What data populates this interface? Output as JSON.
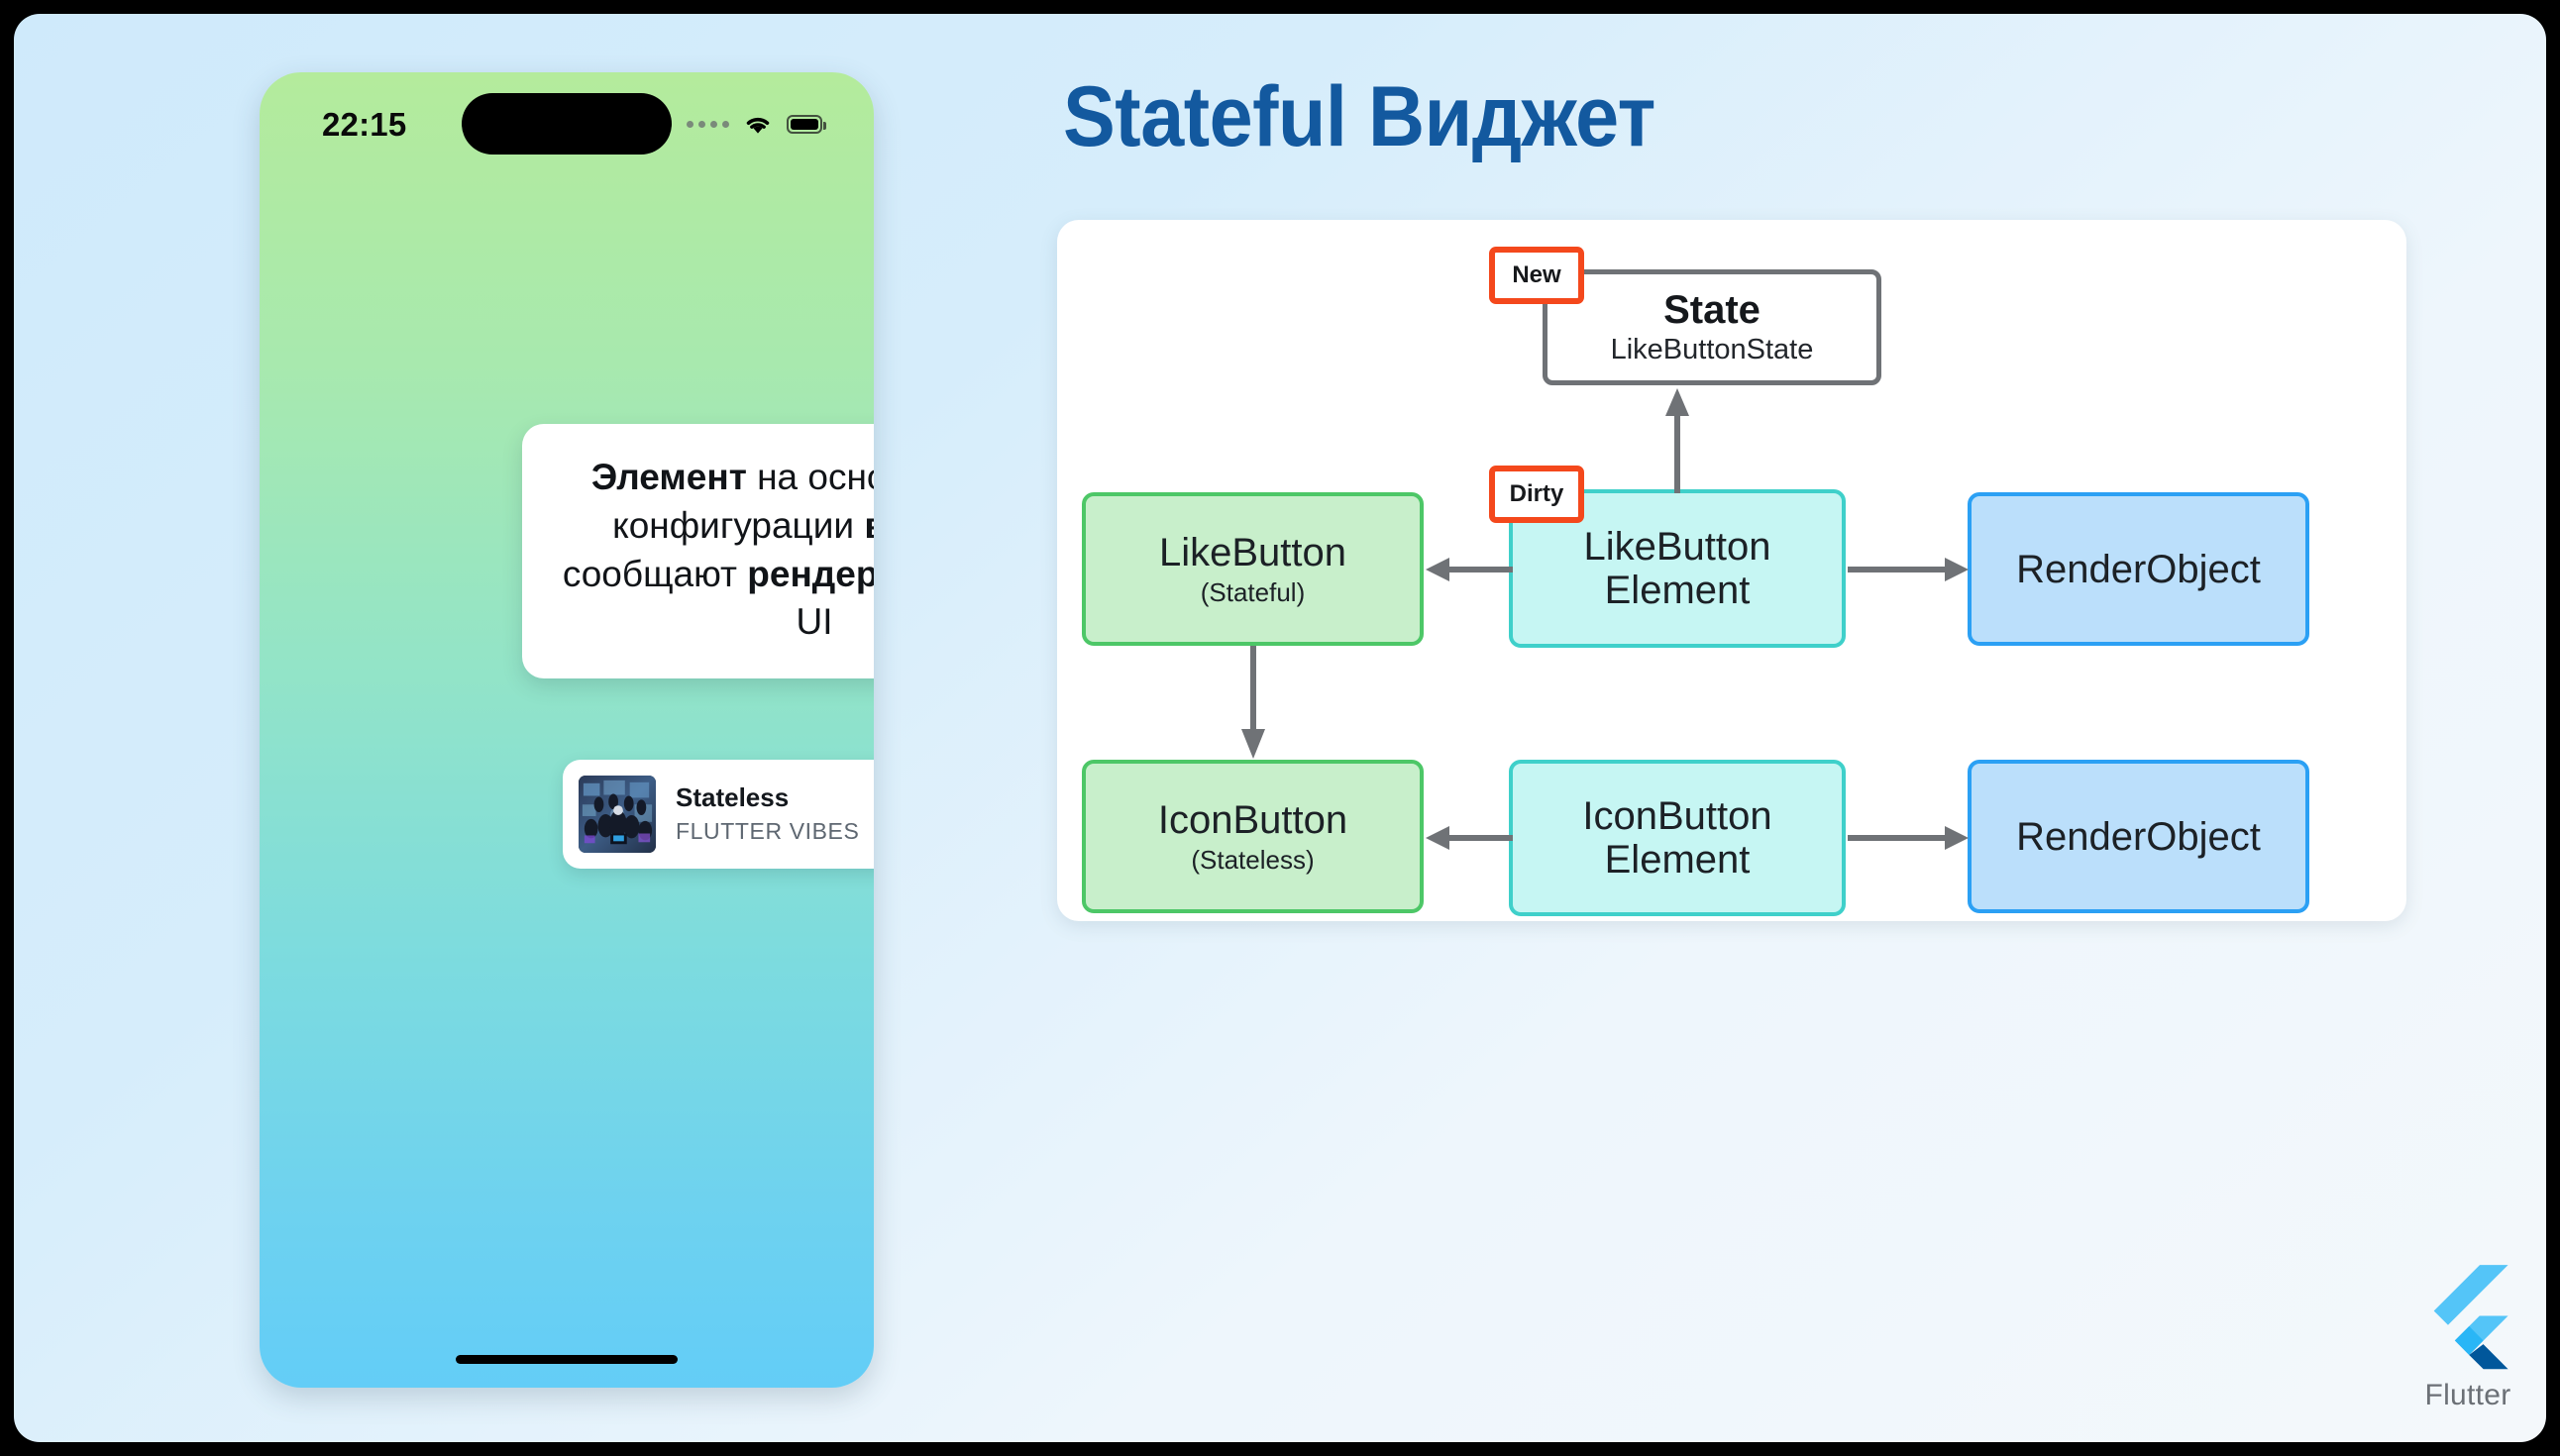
{
  "slide": {
    "title": "Stateful Виджет",
    "title_color": "#13599f",
    "background_colors": [
      "#cfeafb",
      "#f4f8fb"
    ]
  },
  "phone": {
    "status_bar": {
      "time": "22:15",
      "signal_icon": "signal-dots-icon",
      "wifi_icon": "wifi-icon",
      "battery_icon": "battery-full-icon"
    },
    "caption_card": {
      "parts": [
        {
          "text": "Элемент",
          "bold": true
        },
        {
          "text": " на основе новой конфигурации ",
          "bold": false
        },
        {
          "text": "виджета",
          "bold": true
        },
        {
          "text": " сообщают ",
          "bold": false
        },
        {
          "text": "рендеру",
          "bold": true
        },
        {
          "text": " обновить UI",
          "bold": false
        }
      ],
      "plain_text": "Элемент на основе новой конфигурации виджета сообщают рендеру обновить UI"
    },
    "song_card": {
      "title": "Stateless",
      "artist": "FLUTTER VIBES",
      "like_icon": "heart-outline-icon",
      "album_art_icon": "album-art-thumbnail"
    },
    "home_indicator": "home-indicator-bar",
    "gradient_colors": [
      "#b4eb9c",
      "#63cdf7"
    ]
  },
  "diagram": {
    "badges": [
      {
        "id": "new",
        "label": "New",
        "border_color": "#f4481c"
      },
      {
        "id": "dirty",
        "label": "Dirty",
        "border_color": "#f4481c"
      }
    ],
    "nodes": [
      {
        "id": "state",
        "title": "State",
        "subtitle": "LikeButtonState",
        "fill": "#ffffff",
        "border": "#6f7276"
      },
      {
        "id": "likebutton",
        "title": "LikeButton",
        "subtitle": "(Stateful)",
        "fill": "#c8efcb",
        "border": "#4dc767"
      },
      {
        "id": "likebutton-element",
        "title": "LikeButton Element",
        "subtitle": "",
        "fill": "#c6f6f3",
        "border": "#3fd0ca"
      },
      {
        "id": "renderobject-1",
        "title": "RenderObject",
        "subtitle": "",
        "fill": "#bbdffb",
        "border": "#2ba0f4"
      },
      {
        "id": "iconbutton",
        "title": "IconButton",
        "subtitle": "(Stateless)",
        "fill": "#c8efcb",
        "border": "#4dc767"
      },
      {
        "id": "iconbutton-element",
        "title": "IconButton Element",
        "subtitle": "",
        "fill": "#c6f6f3",
        "border": "#3fd0ca"
      },
      {
        "id": "renderobject-2",
        "title": "RenderObject",
        "subtitle": "",
        "fill": "#bbdffb",
        "border": "#2ba0f4"
      }
    ],
    "arrow_color": "#6f7276",
    "connections": [
      {
        "from": "likebutton-element",
        "to": "likebutton",
        "direction": "left"
      },
      {
        "from": "likebutton-element",
        "to": "renderobject-1",
        "direction": "right"
      },
      {
        "from": "likebutton-element",
        "to": "state",
        "direction": "up"
      },
      {
        "from": "likebutton",
        "to": "iconbutton",
        "direction": "down"
      },
      {
        "from": "iconbutton-element",
        "to": "iconbutton",
        "direction": "left"
      },
      {
        "from": "iconbutton-element",
        "to": "renderobject-2",
        "direction": "right"
      }
    ]
  },
  "branding": {
    "name": "Flutter",
    "logo_icon": "flutter-logo-icon",
    "logo_colors": [
      "#54c5f8",
      "#01579b",
      "#29b6f6"
    ]
  }
}
